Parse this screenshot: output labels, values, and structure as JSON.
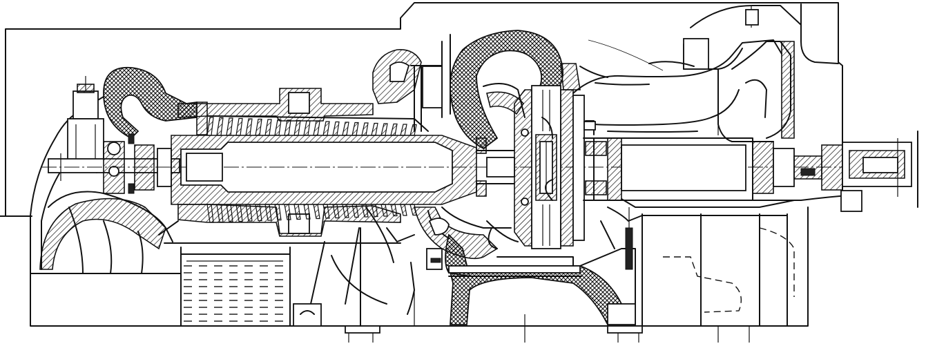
{
  "figure": {
    "components": [
      "outer-enclosure",
      "air-intake-scroll",
      "starter-motor",
      "front-bearing-and-coupling",
      "axial-compressor-casing",
      "axial-compressor-rotor",
      "compressor-blade-rows",
      "annular-combustor",
      "combustor-dome",
      "turbine-disc",
      "exhaust-duct",
      "output-shaft",
      "generator-rotor-housing",
      "oil-tank",
      "foundation-base",
      "support-pedestal"
    ]
  }
}
